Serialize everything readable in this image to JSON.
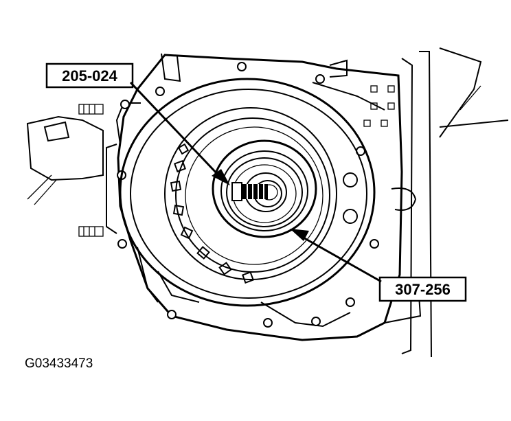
{
  "figure": {
    "id_label": "G03433473",
    "callouts": [
      {
        "id": "c1",
        "label": "205-024"
      },
      {
        "id": "c2",
        "label": "307-256"
      }
    ],
    "colors": {
      "line": "#000000",
      "background": "#ffffff"
    }
  }
}
